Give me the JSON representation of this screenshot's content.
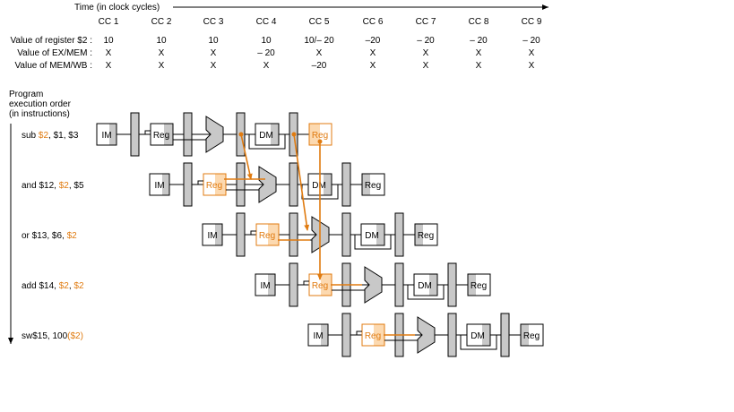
{
  "time_axis": {
    "label": "Time (in clock cycles)"
  },
  "clock_cycles": [
    "CC 1",
    "CC 2",
    "CC 3",
    "CC 4",
    "CC 5",
    "CC 6",
    "CC 7",
    "CC 8",
    "CC 9"
  ],
  "value_rows": [
    {
      "label": "Value of register $2 :",
      "values": [
        "10",
        "10",
        "10",
        "10",
        "10/– 20",
        "–20",
        "– 20",
        "– 20",
        "– 20"
      ]
    },
    {
      "label": "Value of EX/MEM :",
      "values": [
        "X",
        "X",
        "X",
        "– 20",
        "X",
        "X",
        "X",
        "X",
        "X"
      ]
    },
    {
      "label": "Value of MEM/WB :",
      "values": [
        "X",
        "X",
        "X",
        "X",
        "–20",
        "X",
        "X",
        "X",
        "X"
      ]
    }
  ],
  "program_axis": {
    "label_lines": [
      "Program",
      "execution order",
      "(in instructions)"
    ]
  },
  "instructions": [
    {
      "parts": [
        {
          "t": "sub ",
          "hl": false
        },
        {
          "t": "$2",
          "hl": true
        },
        {
          "t": ", $1, $3",
          "hl": false
        }
      ]
    },
    {
      "parts": [
        {
          "t": "and $12, ",
          "hl": false
        },
        {
          "t": "$2",
          "hl": true
        },
        {
          "t": ", $5",
          "hl": false
        }
      ]
    },
    {
      "parts": [
        {
          "t": "or $13, $6, ",
          "hl": false
        },
        {
          "t": "$2",
          "hl": true
        }
      ]
    },
    {
      "parts": [
        {
          "t": "add $14, ",
          "hl": false
        },
        {
          "t": "$2",
          "hl": true
        },
        {
          "t": ", ",
          "hl": false
        },
        {
          "t": "$2",
          "hl": true
        }
      ]
    },
    {
      "parts": [
        {
          "t": "sw$15, 100",
          "hl": false
        },
        {
          "t": "($2)",
          "hl": true
        }
      ]
    }
  ],
  "stage_labels": {
    "im": "IM",
    "reg": "Reg",
    "dm": "DM"
  },
  "colors": {
    "highlight": "#e07b10",
    "highlight_fill": "#fcd9b0",
    "stage_fill": "#c8c8c8",
    "line": "#000000"
  }
}
